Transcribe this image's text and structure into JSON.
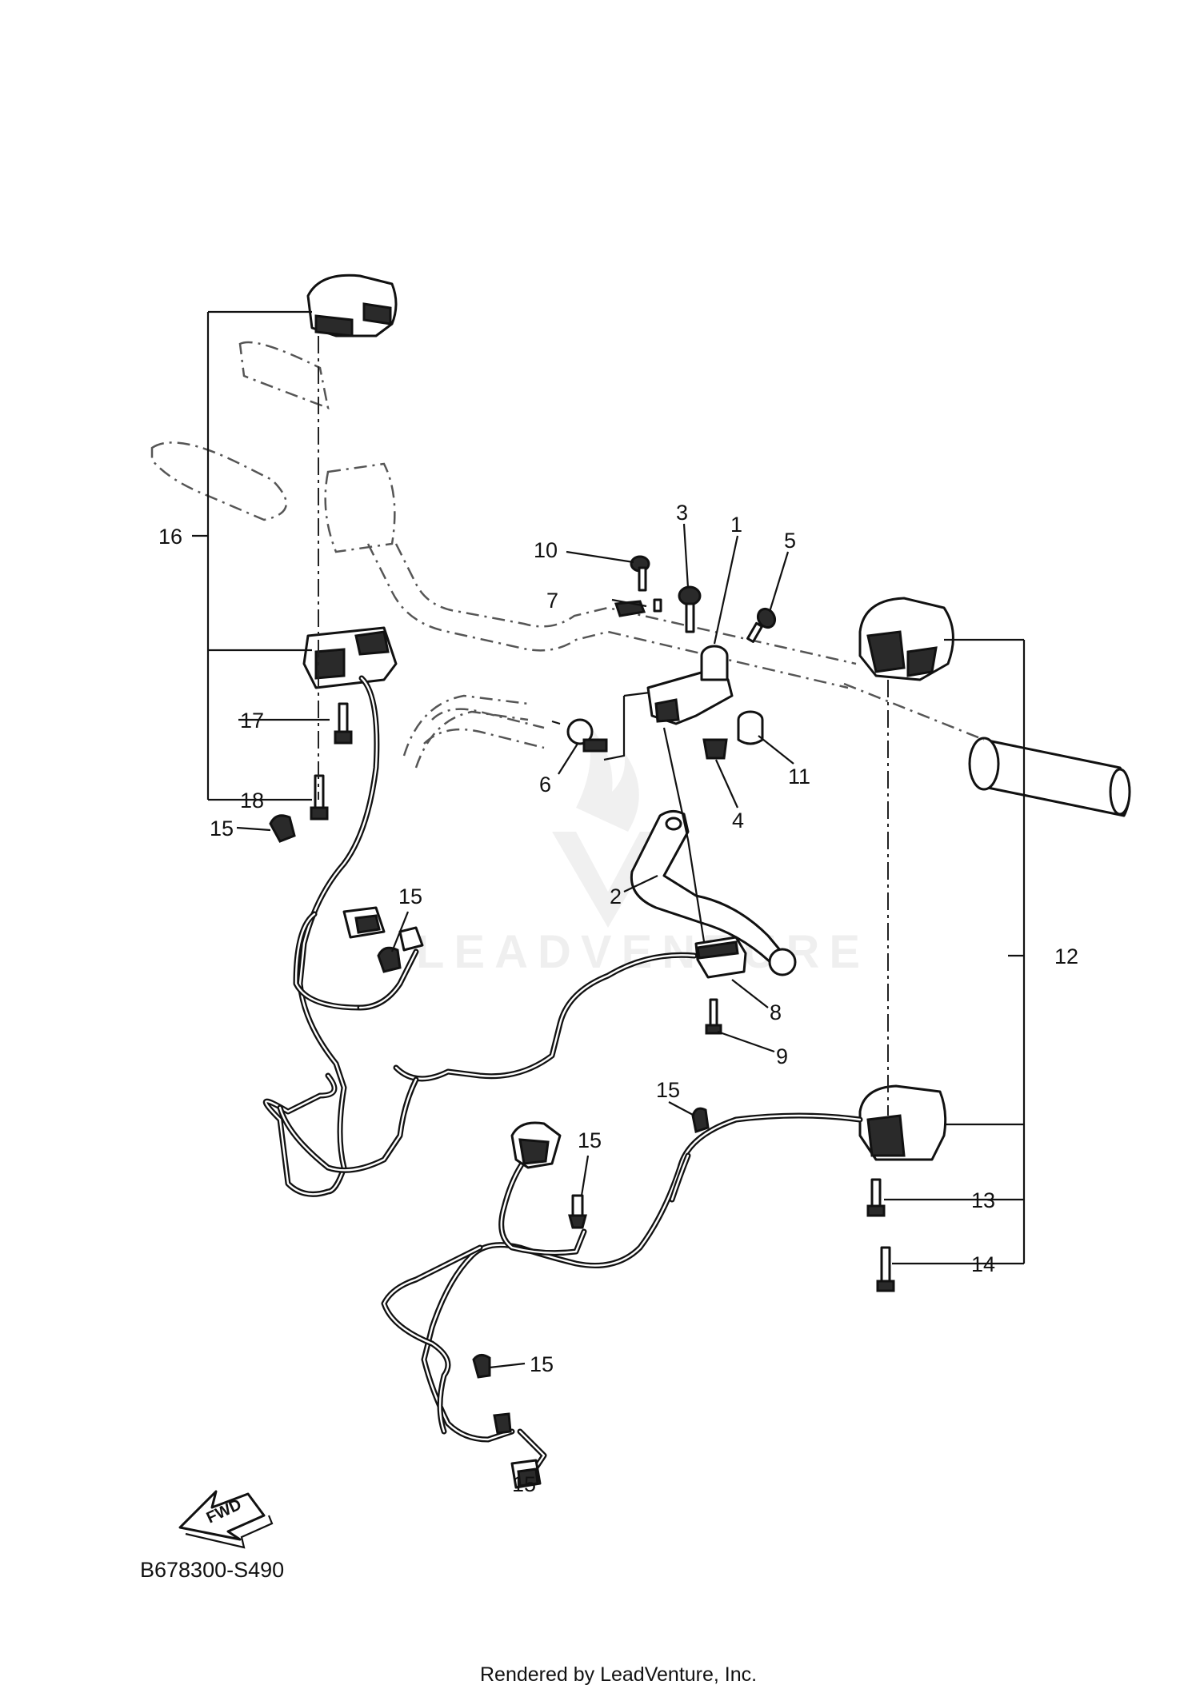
{
  "diagram": {
    "code": "B678300-S490",
    "footer": "Rendered by LeadVenture, Inc.",
    "watermark": "LEADVENTURE",
    "fwd_label": "FWD",
    "callouts": [
      "1",
      "2",
      "3",
      "4",
      "5",
      "6",
      "7",
      "8",
      "9",
      "10",
      "11",
      "12",
      "13",
      "14",
      "15",
      "15",
      "15",
      "15",
      "15",
      "15",
      "16",
      "17",
      "18"
    ]
  }
}
